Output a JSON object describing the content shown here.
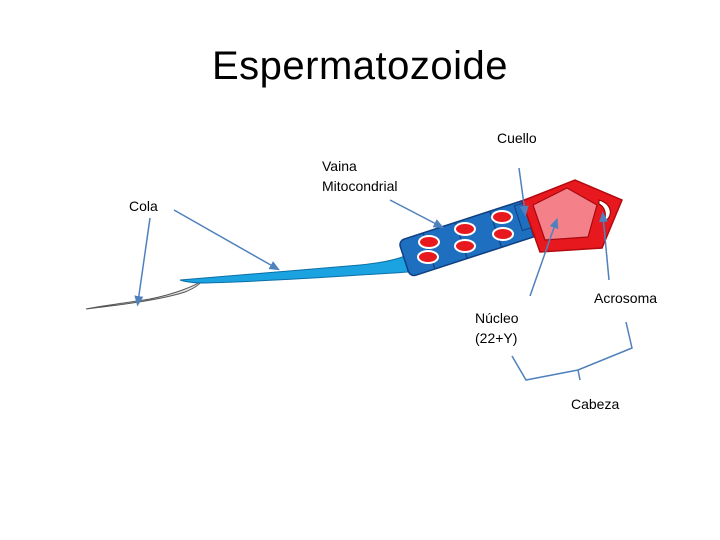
{
  "title": "Espermatozoide",
  "labels": {
    "cola": "Cola",
    "vaina": "Vaina\nMitocondrial",
    "cuello": "Cuello",
    "nucleo": "Núcleo\n(22+Y)",
    "acrosoma": "Acrosoma",
    "cabeza": "Cabeza"
  },
  "colors": {
    "tail_light": "#1aa3e0",
    "midpiece_blue": "#1f6fc0",
    "midpiece_outline": "#0f3f80",
    "mitochondria_red": "#e8191e",
    "head_red": "#e8191e",
    "nucleus_pink": "#f4818a",
    "pointer_line": "#4f81bd"
  }
}
